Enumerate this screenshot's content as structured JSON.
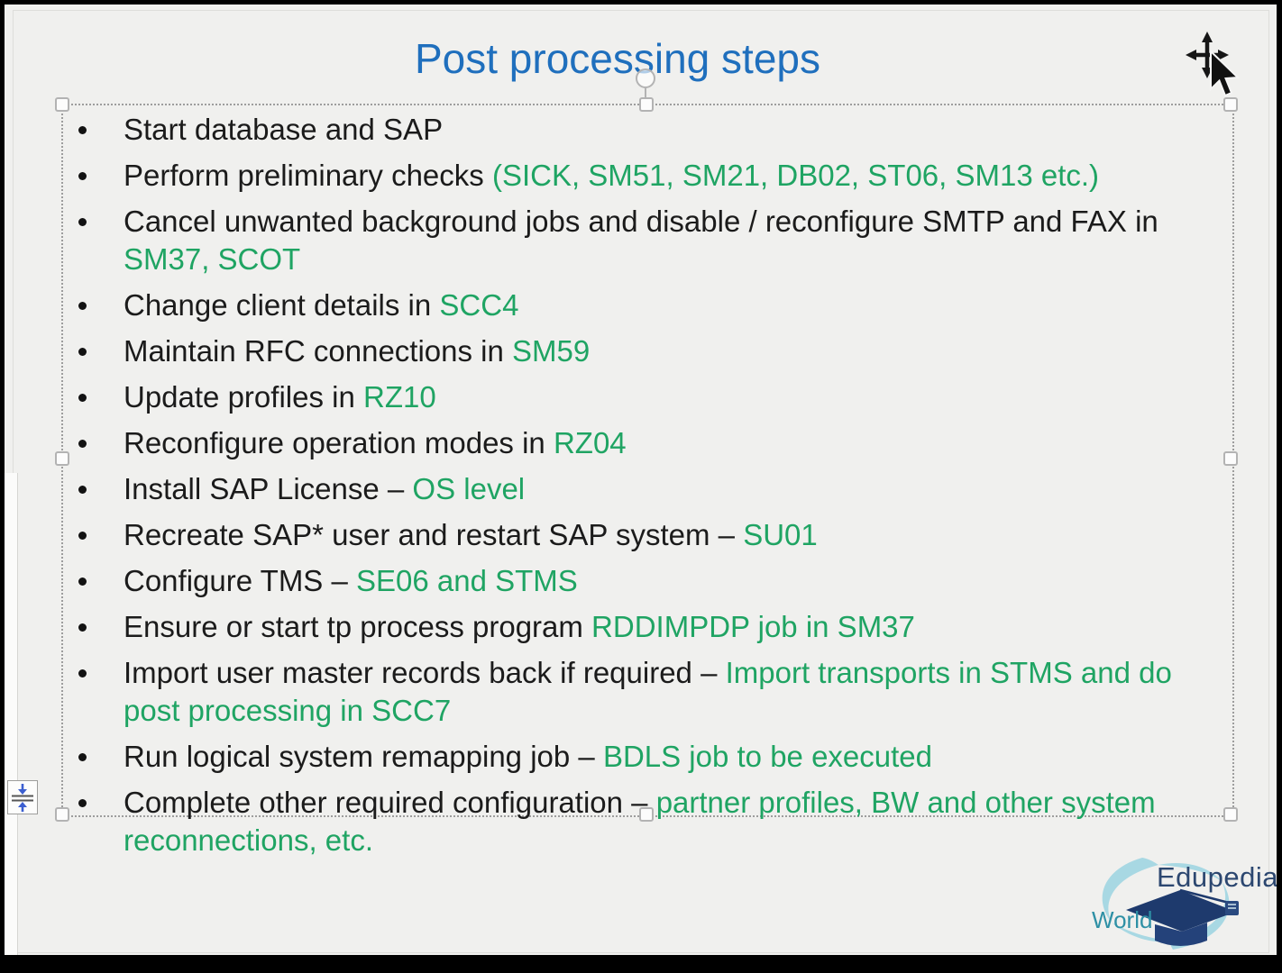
{
  "slide": {
    "title": "Post processing steps",
    "bullets": [
      {
        "segments": [
          {
            "text": "Start database and SAP",
            "style": "normal"
          }
        ]
      },
      {
        "segments": [
          {
            "text": "Perform preliminary checks ",
            "style": "normal"
          },
          {
            "text": "(SICK, SM51, SM21, DB02, ST06, SM13 etc.)",
            "style": "green"
          }
        ]
      },
      {
        "segments": [
          {
            "text": "Cancel unwanted background jobs and disable / reconfigure SMTP and FAX in ",
            "style": "normal"
          },
          {
            "text": "SM37, SCOT",
            "style": "green"
          }
        ]
      },
      {
        "segments": [
          {
            "text": "Change client details in ",
            "style": "normal"
          },
          {
            "text": "SCC4",
            "style": "green"
          }
        ]
      },
      {
        "segments": [
          {
            "text": "Maintain RFC connections in ",
            "style": "normal"
          },
          {
            "text": "SM59",
            "style": "green"
          }
        ]
      },
      {
        "segments": [
          {
            "text": "Update profiles in ",
            "style": "normal"
          },
          {
            "text": "RZ10",
            "style": "green"
          }
        ]
      },
      {
        "segments": [
          {
            "text": "Reconfigure operation modes in ",
            "style": "normal"
          },
          {
            "text": "RZ04",
            "style": "green"
          }
        ]
      },
      {
        "segments": [
          {
            "text": "Install SAP License – ",
            "style": "normal"
          },
          {
            "text": "OS level",
            "style": "green"
          }
        ]
      },
      {
        "segments": [
          {
            "text": "Recreate SAP* user and restart SAP system – ",
            "style": "normal"
          },
          {
            "text": "SU01",
            "style": "green"
          }
        ]
      },
      {
        "segments": [
          {
            "text": "Configure TMS – ",
            "style": "normal"
          },
          {
            "text": "SE06 and STMS",
            "style": "green"
          }
        ]
      },
      {
        "segments": [
          {
            "text": "Ensure or start tp process program ",
            "style": "normal"
          },
          {
            "text": "RDDIMPDP job in SM37",
            "style": "green"
          }
        ]
      },
      {
        "segments": [
          {
            "text": "Import user master records back if required – ",
            "style": "normal"
          },
          {
            "text": "Import transports in STMS and do post processing in SCC7",
            "style": "green"
          }
        ]
      },
      {
        "segments": [
          {
            "text": "Run logical system remapping job – ",
            "style": "normal"
          },
          {
            "text": "BDLS job to be executed",
            "style": "green"
          }
        ]
      },
      {
        "segments": [
          {
            "text": "Complete other required configuration – ",
            "style": "normal"
          },
          {
            "text": "partner profiles, BW and other system reconnections, etc.",
            "style": "green"
          }
        ]
      }
    ]
  },
  "logo": {
    "name": "Edupedia",
    "world": "World"
  },
  "icons": {
    "move_cursor": "move-pointer",
    "autofit_button": "autofit-shrink-text",
    "rotation_handle": "rotate",
    "bullet": "•"
  },
  "colors": {
    "title_blue": "#1f6fbd",
    "accent_green": "#1fa463",
    "body_text": "#1b1b1b",
    "slide_background": "#f0f0ee",
    "selection_border": "#9d9d9d",
    "logo_navy": "#2c4770",
    "logo_teal": "#2e90a5",
    "logo_swoosh": "#a8d8e3"
  }
}
